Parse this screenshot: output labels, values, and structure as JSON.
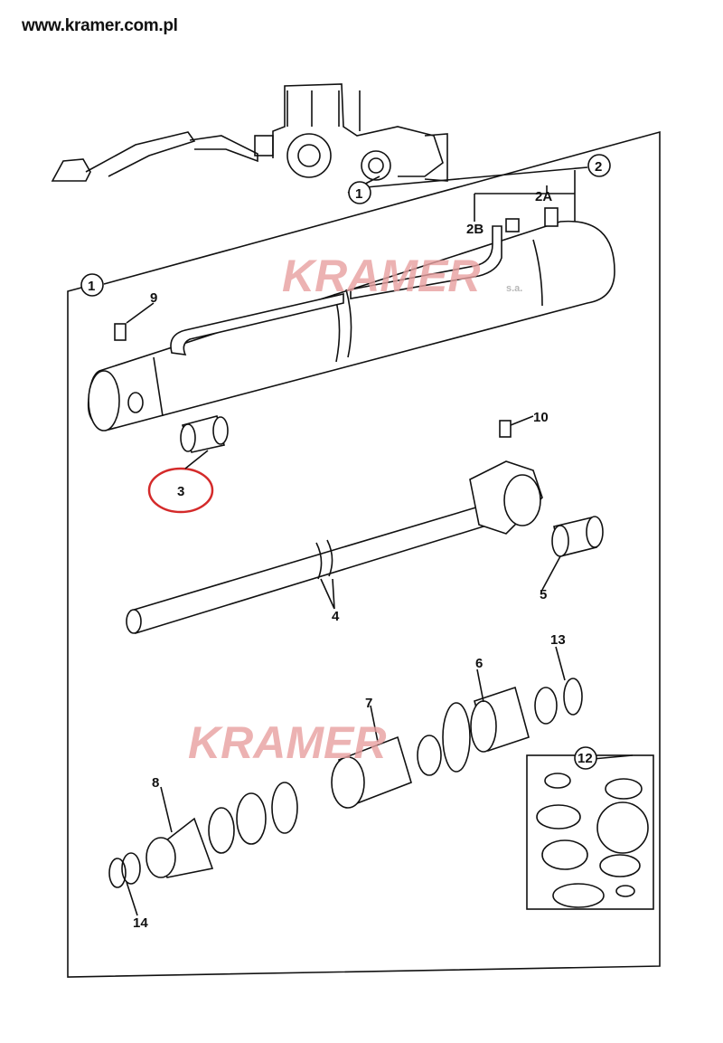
{
  "header": {
    "website": "www.kramer.com.pl"
  },
  "watermark": {
    "brand": "KRAMER",
    "suffix": "s.a."
  },
  "callouts": {
    "assembly": "1",
    "assembly_top": "1",
    "pipe_kit": "2",
    "pipe_a": "2A",
    "pipe_b": "2B",
    "bushing_cylinder": "3",
    "rod": "4",
    "bushing_rod": "5",
    "piston": "6",
    "gland": "7",
    "nut": "8",
    "grease_nipple_cylinder": "9",
    "grease_nipple_rod": "10",
    "seal_kit": "12",
    "circlip": "13",
    "ring": "14"
  },
  "highlight": {
    "part": "3",
    "color": "#d42a2a"
  }
}
